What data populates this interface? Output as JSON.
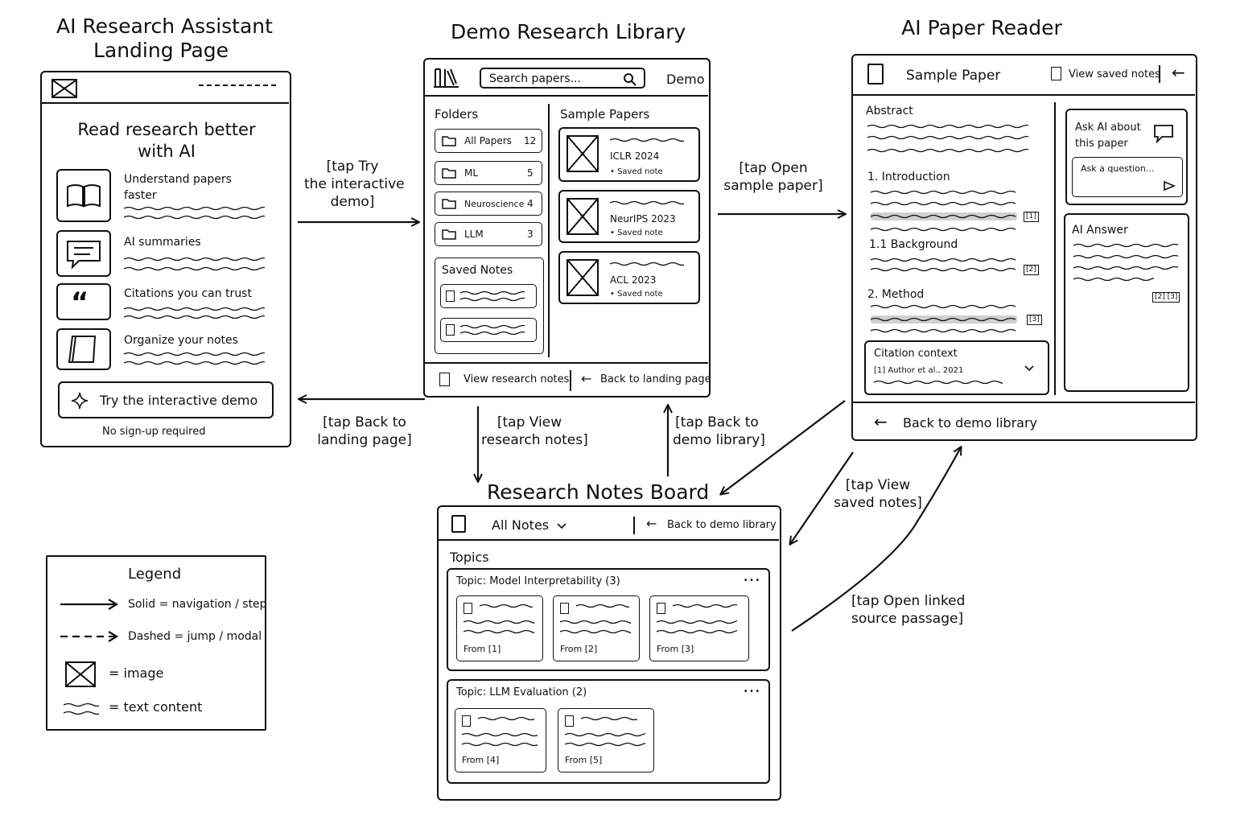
{
  "titles": {
    "landing": "AI Research Assistant\nLanding Page",
    "library": "Demo Research Library",
    "reader": "AI Paper Reader",
    "notes_board": "Research Notes Board"
  },
  "landing": {
    "headline": "Read research better\nwith AI",
    "features": [
      {
        "label": "Understand papers\nfaster",
        "icon": "book-icon"
      },
      {
        "label": "AI summaries",
        "icon": "chat-bubble-icon"
      },
      {
        "label": "Citations you can trust",
        "icon": "quote-icon"
      },
      {
        "label": "Organize your notes",
        "icon": "notebook-icon"
      }
    ],
    "cta_label": "Try the interactive demo",
    "cta_icon": "sparkle-icon",
    "subtext": "No sign-up required"
  },
  "library": {
    "search_placeholder": "Search papers...",
    "user_label": "Demo",
    "folders_heading": "Folders",
    "folders": [
      {
        "name": "All Papers",
        "count": "12"
      },
      {
        "name": "ML",
        "count": "5"
      },
      {
        "name": "Neuroscience",
        "count": "4"
      },
      {
        "name": "LLM",
        "count": "3"
      }
    ],
    "saved_notes_heading": "Saved Notes",
    "sample_papers_heading": "Sample Papers",
    "papers": [
      {
        "venue": "ICLR 2024",
        "status": "• Saved note"
      },
      {
        "venue": "NeurIPS 2023",
        "status": "• Saved note"
      },
      {
        "venue": "ACL 2023",
        "status": "• Saved note"
      }
    ],
    "footer_notes": "View research notes",
    "footer_back": "Back to landing page"
  },
  "reader": {
    "paper_title": "Sample Paper",
    "view_notes": "View saved notes",
    "sections": {
      "abstract": "Abstract",
      "intro": "1. Introduction",
      "background": "1.1 Background",
      "method": "2. Method"
    },
    "cites": {
      "c1": "[1]",
      "c2": "[2]",
      "c3": "[3]",
      "answer": "[2] [3]"
    },
    "ask_heading": "Ask AI about\nthis paper",
    "ask_placeholder": "Ask a question...",
    "answer_heading": "AI Answer",
    "citation_context_heading": "Citation context",
    "citation_context_value": "[1] Author et al., 2021",
    "footer_back": "Back to demo library"
  },
  "notes_board": {
    "filter": "All Notes",
    "back": "Back to demo library",
    "topics_heading": "Topics",
    "topic1": {
      "title": "Topic: Model Interpretability (3)",
      "notes": [
        "From [1]",
        "From [2]",
        "From [3]"
      ]
    },
    "topic2": {
      "title": "Topic: LLM Evaluation (2)",
      "notes": [
        "From [4]",
        "From [5]"
      ]
    }
  },
  "transitions": {
    "try_demo": "[tap Try\nthe interactive\ndemo]",
    "open_sample": "[tap Open\nsample paper]",
    "back_landing": "[tap Back to\nlanding page]",
    "view_notes": "[tap View\nresearch notes]",
    "back_library": "[tap Back to\ndemo library]",
    "view_saved": "[tap View\nsaved notes]",
    "open_linked": "[tap Open linked\nsource passage]"
  },
  "legend": {
    "heading": "Legend",
    "solid": "Solid = navigation / step",
    "dashed": "Dashed = jump / modal",
    "image": "= image",
    "text": "= text content"
  }
}
